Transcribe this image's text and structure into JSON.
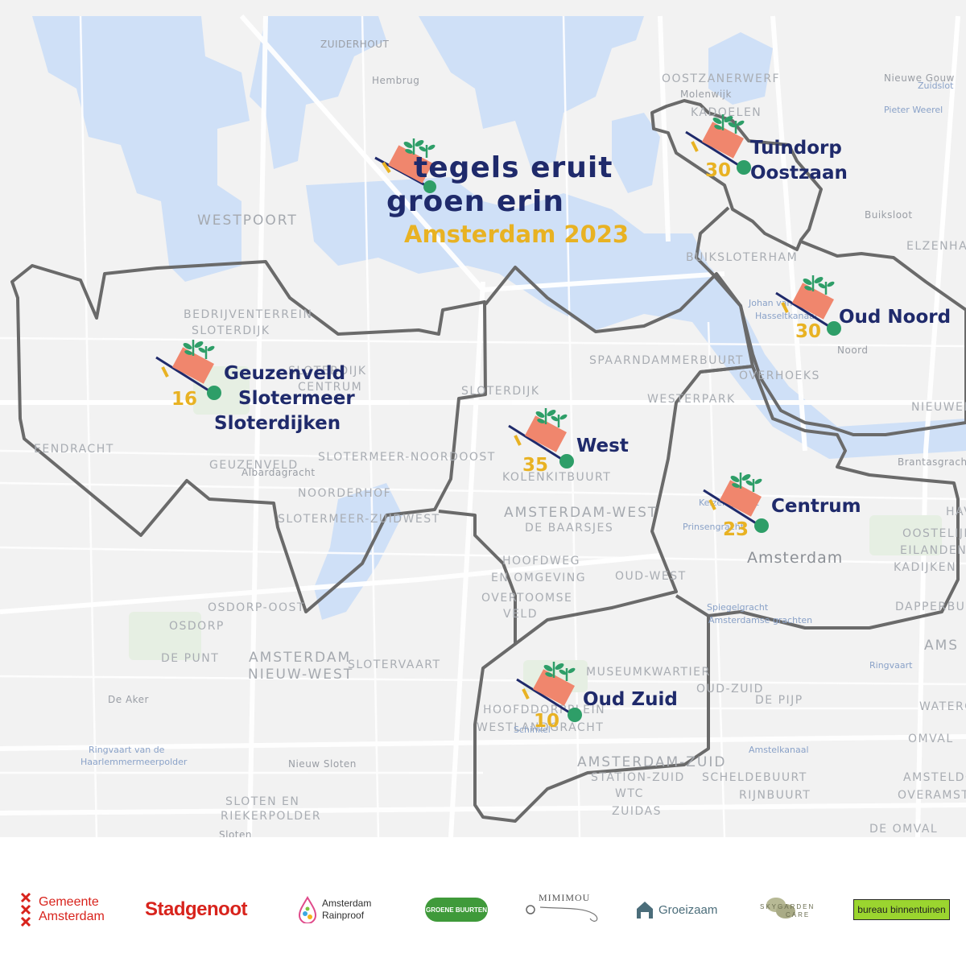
{
  "campaign": {
    "line1": "tegels eruit",
    "line2": "groen erin",
    "line3": "Amsterdam 2023",
    "colors": {
      "navy": "#1f2a6b",
      "yellow": "#e8b223",
      "salmon": "#f0866d",
      "green": "#2e9e68"
    }
  },
  "districts": [
    {
      "id": "tuindorp-oostzaan",
      "lines": [
        "Tuindorp",
        "Oostzaan"
      ],
      "count": "30"
    },
    {
      "id": "oud-noord",
      "lines": [
        "Oud Noord"
      ],
      "count": "30"
    },
    {
      "id": "geuzenveld",
      "lines": [
        "Geuzenveld",
        "Slotermeer",
        "Sloterdijken"
      ],
      "count": "16"
    },
    {
      "id": "west",
      "lines": [
        "West"
      ],
      "count": "35"
    },
    {
      "id": "centrum",
      "lines": [
        "Centrum"
      ],
      "count": "23"
    },
    {
      "id": "oud-zuid",
      "lines": [
        "Oud Zuid"
      ],
      "count": "10"
    }
  ],
  "map_labels": [
    "ZUIDERHOUT",
    "Hembrug",
    "OOSTZANERWERF",
    "Molenwijk",
    "KADOELEN",
    "Nieuwe Gouw",
    "Buiksloot",
    "BUIKSLOTERHAM",
    "ELZENHAG",
    "WESTPOORT",
    "BEDRIJVENTERREIN",
    "SLOTERDIJK",
    "SLOTERDIJK",
    "CENTRUM",
    "SLOTERDIJK",
    "SPAARNDAMMERBUURT",
    "WESTERPARK",
    "OVERHOEKS",
    "Noord",
    "NIEUWEN",
    "EENDRACHT",
    "Albardagracht",
    "SLOTERMEER-NOORDOOST",
    "GEUZENVELD",
    "KOLENKITBUURT",
    "NOORDERHOF",
    "Brantasgracht",
    "SLOTERMEER-ZUIDWEST",
    "AMSTERDAM-WEST",
    "DE BAARSJES",
    "OOSTELIJKE",
    "EILANDEN EN",
    "KADIJKEN",
    "Amsterdam",
    "HOOFDWEG",
    "EN OMGEVING",
    "OVERTOOMSE",
    "VELD",
    "OUD-WEST",
    "OSDORP-OOST",
    "OSDORP",
    "DAPPERBUUR",
    "DE PUNT",
    "AMSTERDAM",
    "NIEUW-WEST",
    "SLOTERVAART",
    "MUSEUMKWARTIER",
    "OUD-ZUID",
    "DE PIJP",
    "De Aker",
    "HOOFDDORPPLEIN",
    "WESTLANDGRACHT",
    "WATERGR",
    "OMVAL",
    "Ringvaart van de",
    "Haarlemmermeerpolder",
    "Nieuw Sloten",
    "AMSTERDAM-ZUID",
    "STATION-ZUID",
    "WTC",
    "SCHELDEBUURT",
    "AMSTELDORP",
    "RIJNBUURT",
    "OVERAMSTEL",
    "SLOTEN EN",
    "RIEKERPOLDER",
    "Sloten",
    "ZUIDAS",
    "DE OMVAL",
    "AMS",
    "HAVE",
    "Johan van",
    "Hasseltkanaal",
    "Spiegelgracht",
    "Amsterdamse grachten",
    "Prinsengracht",
    "Keizersgracht",
    "Ringvaart",
    "Amstelkanaal",
    "Zuidslot",
    "Pieter Weerel",
    "Schinkel"
  ],
  "sponsors": [
    {
      "id": "gemeente",
      "lines": [
        "Gemeente",
        "Amsterdam"
      ],
      "color": "#d8231c"
    },
    {
      "id": "stadgenoot",
      "text": "Stadgenoot",
      "color": "#d8231c"
    },
    {
      "id": "rainproof",
      "lines": [
        "Amsterdam",
        "Rainproof"
      ],
      "color": "#2f2f2f"
    },
    {
      "id": "groene-buurten",
      "text": "GROENE BUURTEN",
      "color": "#3f9a3a"
    },
    {
      "id": "mimimou",
      "text": "MIMIMOU",
      "color": "#555555"
    },
    {
      "id": "groeizaam",
      "text": "Groeizaam",
      "color": "#4b6d7a"
    },
    {
      "id": "skygarden",
      "lines": [
        "SKYGARDEN",
        "CARE"
      ],
      "color": "#8b8f6a"
    },
    {
      "id": "binnentuinen",
      "text": "bureau binnentuinen",
      "color": "#202020",
      "bg": "#9bd52f"
    }
  ]
}
